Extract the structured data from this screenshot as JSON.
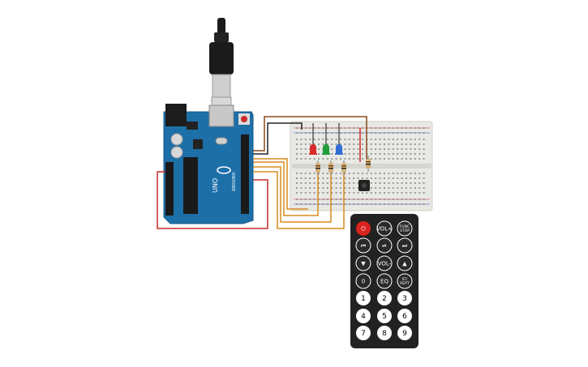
{
  "arduino": {
    "logo_text": "UNO",
    "brand_text": "ARDUINO"
  },
  "remote": {
    "rows": [
      [
        {
          "label": "⏻",
          "name": "power",
          "style": "red"
        },
        {
          "label": "VOL+",
          "name": "vol-up",
          "style": "dark"
        },
        {
          "label": "FUNC\nSTOP",
          "name": "func-stop",
          "style": "dark"
        }
      ],
      [
        {
          "label": "⏮",
          "name": "prev",
          "style": "dark"
        },
        {
          "label": "⏯",
          "name": "play-pause",
          "style": "dark"
        },
        {
          "label": "⏭",
          "name": "next",
          "style": "dark"
        }
      ],
      [
        {
          "label": "▼",
          "name": "down",
          "style": "dark"
        },
        {
          "label": "VOL-",
          "name": "vol-down",
          "style": "dark"
        },
        {
          "label": "▲",
          "name": "up",
          "style": "dark"
        }
      ],
      [
        {
          "label": "0",
          "name": "zero",
          "style": "dark"
        },
        {
          "label": "EQ",
          "name": "eq",
          "style": "dark"
        },
        {
          "label": "ST/\nREPT",
          "name": "st-rept",
          "style": "dark"
        }
      ],
      [
        {
          "label": "1",
          "name": "one",
          "style": "white"
        },
        {
          "label": "2",
          "name": "two",
          "style": "white"
        },
        {
          "label": "3",
          "name": "three",
          "style": "white"
        }
      ],
      [
        {
          "label": "4",
          "name": "four",
          "style": "white"
        },
        {
          "label": "5",
          "name": "five",
          "style": "white"
        },
        {
          "label": "6",
          "name": "six",
          "style": "white"
        }
      ],
      [
        {
          "label": "7",
          "name": "seven",
          "style": "white"
        },
        {
          "label": "8",
          "name": "eight",
          "style": "white"
        },
        {
          "label": "9",
          "name": "nine",
          "style": "white"
        }
      ]
    ]
  },
  "leds": [
    {
      "name": "red-led",
      "color": "#d92b2b"
    },
    {
      "name": "green-led",
      "color": "#1f9e3a"
    },
    {
      "name": "blue-led",
      "color": "#2f6fd6"
    }
  ],
  "colors": {
    "board": "#1d6fa8",
    "breadboard": "#e8e8e4",
    "remote_body": "#222222",
    "wire_orange": "#d88a1c",
    "wire_red": "#cc2a2a",
    "wire_black": "#222222",
    "wire_brown": "#8a4a1e"
  }
}
